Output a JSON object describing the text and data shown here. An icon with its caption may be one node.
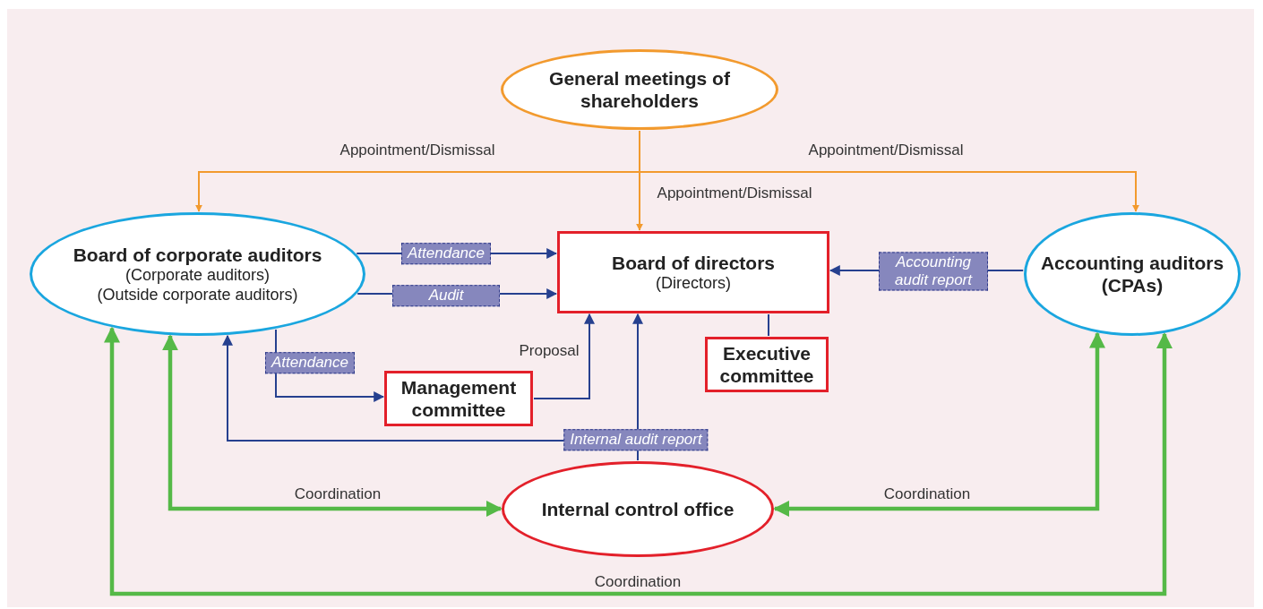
{
  "diagram": {
    "nodes": [
      {
        "text": [
          "General meetings of shareholders"
        ]
      },
      {
        "text": [
          "Board of corporate auditors",
          "(Corporate auditors)",
          "(Outside corporate auditors)"
        ]
      },
      {
        "text": [
          "Board of directors",
          "(Directors)"
        ]
      },
      {
        "text": [
          "Accounting auditors (CPAs)"
        ]
      },
      {
        "text": [
          "Management committee"
        ]
      },
      {
        "text": [
          "Executive committee"
        ]
      },
      {
        "text": [
          "Internal control office"
        ]
      }
    ],
    "edges": [
      {
        "from": 0,
        "to": 1,
        "arrow": "to",
        "label": "Appointment/Dismissal",
        "color": "#f29a2e"
      },
      {
        "from": 0,
        "to": 3,
        "arrow": "to",
        "label": "Appointment/Dismissal",
        "color": "#f29a2e"
      },
      {
        "from": 0,
        "to": 2,
        "arrow": "to",
        "label": "Appointment/Dismissal",
        "color": "#f29a2e"
      },
      {
        "from": 1,
        "to": 2,
        "arrow": "to",
        "label": "Attendance"
      },
      {
        "from": 1,
        "to": 2,
        "arrow": "to",
        "label": "Audit"
      },
      {
        "from": 3,
        "to": 2,
        "arrow": "to",
        "label": "Accounting audit report"
      },
      {
        "from": 1,
        "to": 4,
        "arrow": "to",
        "label": "Attendance"
      },
      {
        "from": 4,
        "to": 2,
        "arrow": "to",
        "label": "Proposal"
      },
      {
        "from": 6,
        "to": 2,
        "arrow": "to"
      },
      {
        "from": 6,
        "to": 1,
        "arrow": "to",
        "label": "Internal audit report"
      },
      {
        "from": 2,
        "to": 5,
        "arrow": "none"
      },
      {
        "from": 1,
        "to": 6,
        "arrow": "both",
        "label": "Coordination",
        "style": "thick",
        "color": "#55b947"
      },
      {
        "from": 3,
        "to": 6,
        "arrow": "both",
        "label": "Coordination",
        "style": "thick",
        "color": "#55b947"
      },
      {
        "from": 1,
        "to": 3,
        "arrow": "both",
        "label": "Coordination",
        "style": "thick",
        "color": "#55b947"
      }
    ]
  }
}
